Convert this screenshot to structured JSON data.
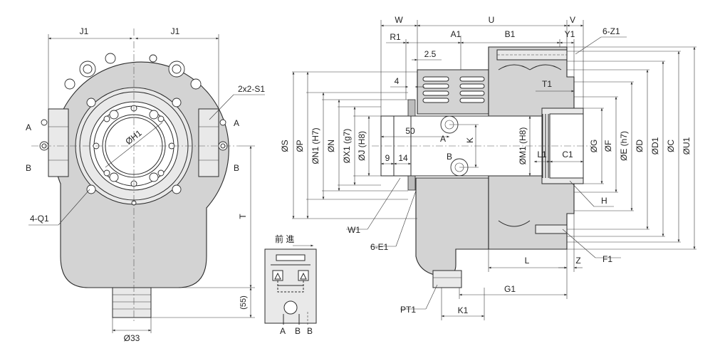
{
  "front_view": {
    "top_dims": [
      "J1",
      "J1"
    ],
    "bore_label": "ØH1",
    "screw_label": "2x2-S1",
    "tap_label": "4-Q1",
    "section_marks": [
      "A",
      "A",
      "B",
      "B"
    ],
    "height_label": "T",
    "stub_dim": "(55)",
    "stub_diameter": "Ø33"
  },
  "circuit": {
    "direction_label": "前 進",
    "ports": [
      "A",
      "B",
      "B"
    ]
  },
  "side_view": {
    "top_dims": [
      "W",
      "U",
      "V"
    ],
    "upper_dims": [
      "R1",
      "A1",
      "B1",
      "Y1",
      "6-Z1"
    ],
    "small_dims": [
      "2.5",
      "4",
      "T1"
    ],
    "left_diameters": [
      "ØS",
      "ØP",
      "ØN1 (H7)",
      "ØN",
      "ØX1 (g7)",
      "ØJ (H8)"
    ],
    "inner_dims": [
      "50",
      "A",
      "K",
      "B",
      "9",
      "14",
      "ØM1 (H8)",
      "L1",
      "C1"
    ],
    "right_diameters": [
      "ØG",
      "ØF",
      "ØE (h7)",
      "ØD",
      "ØD1",
      "ØC",
      "ØU1"
    ],
    "callouts": [
      "W1",
      "6-E1",
      "PT1",
      "H",
      "F1"
    ],
    "bottom_dims": [
      "L",
      "Z",
      "G1",
      "K1"
    ]
  }
}
